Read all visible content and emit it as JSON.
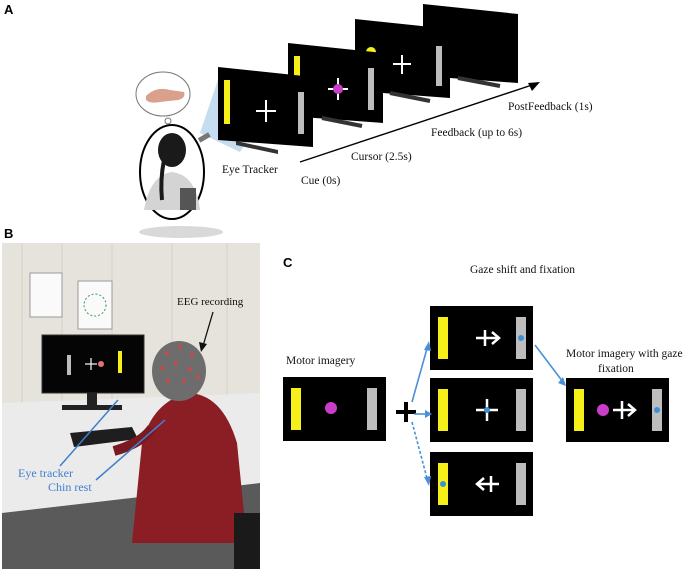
{
  "panel_a": {
    "letter": "A",
    "labels": {
      "eye_tracker": "Eye Tracker",
      "cue": "Cue (0s)",
      "cursor": "Cursor (2.5s)",
      "feedback": "Feedback (up to 6s)",
      "post_feedback": "PostFeedback (1s)"
    }
  },
  "panel_b": {
    "letter": "B",
    "labels": {
      "eeg": "EEG recording",
      "eye_tracker": "Eye tracker",
      "chin_rest": "Chin rest"
    }
  },
  "panel_c": {
    "letter": "C",
    "labels": {
      "gaze_title": "Gaze shift and fixation",
      "motor_imagery": "Motor imagery",
      "mi_gaze_line1": "Motor imagery with gaze",
      "mi_gaze_line2": "fixation"
    }
  },
  "colors": {
    "yellow_bar": "#f7ef1a",
    "gray_bar": "#bdbdbd",
    "magenta_dot": "#c93ec8",
    "blue_dot": "#3f8fd6",
    "arrow_blue": "#4a90d9"
  }
}
